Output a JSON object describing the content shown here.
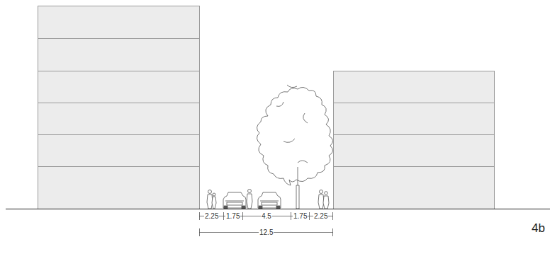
{
  "diagram": {
    "labels": [
      "2.25",
      "1.75",
      "4.5",
      "1.75",
      "2.25",
      "12.5",
      "4b"
    ]
  }
}
